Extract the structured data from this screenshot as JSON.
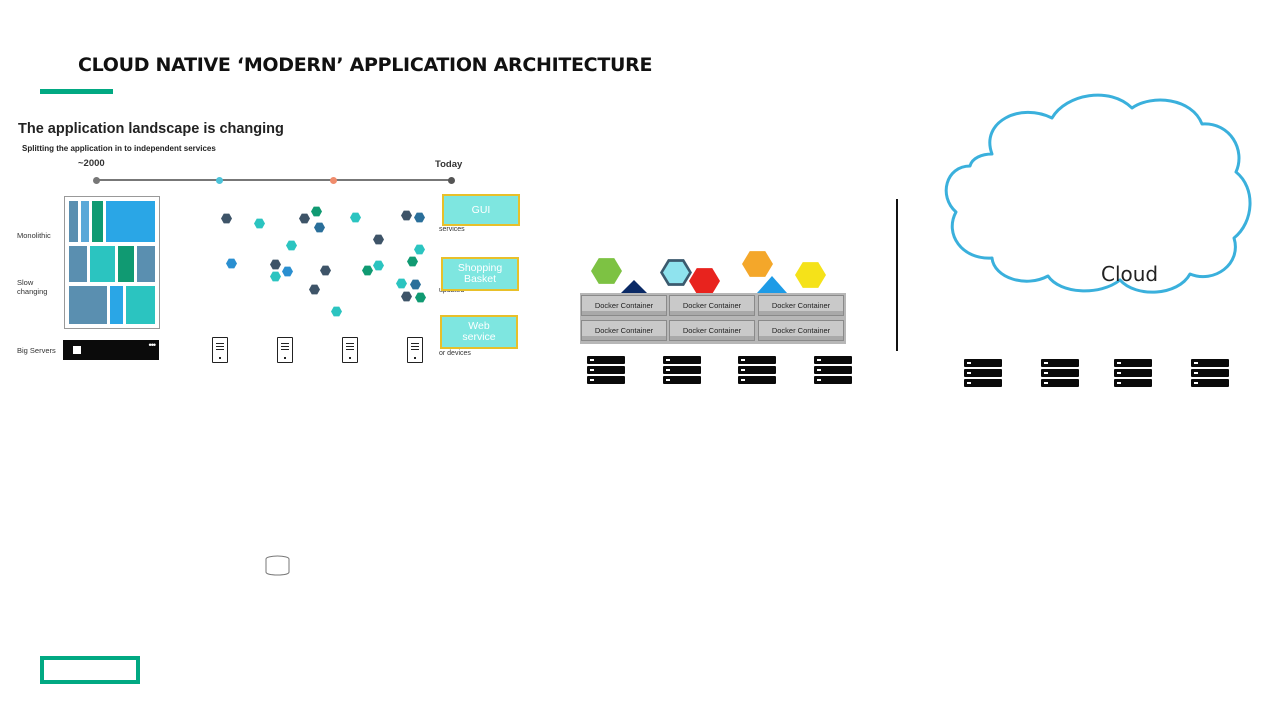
{
  "header": {
    "title": "CLOUD NATIVE ‘MODERN’ APPLICATION ARCHITECTURE"
  },
  "landscape": {
    "heading": "The application landscape is changing",
    "subheading": "Splitting the application in to independent services",
    "timeline": {
      "start_label": "~2000",
      "end_label": "Today"
    },
    "left_labels": {
      "monolithic": "Monolithic",
      "slow_changing": "Slow changing",
      "big_servers": "Big Servers"
    },
    "services": [
      {
        "label": "GUI",
        "side_text": "services"
      },
      {
        "label": "Shopping Basket",
        "side_text": "updated"
      },
      {
        "label": "Web service",
        "side_text": "or devices"
      }
    ]
  },
  "containers": {
    "rows": [
      [
        "Docker Container",
        "Docker Container",
        "Docker Container"
      ],
      [
        "Docker Container",
        "Docker Container",
        "Docker Container"
      ]
    ]
  },
  "cloud": {
    "label": "Cloud"
  },
  "colors": {
    "brand_green": "#01a982",
    "teal": "#2bc4c0",
    "cloud_stroke": "#3ab0dc",
    "service_fill": "#7ee6e0",
    "service_border": "#e8c02a"
  }
}
